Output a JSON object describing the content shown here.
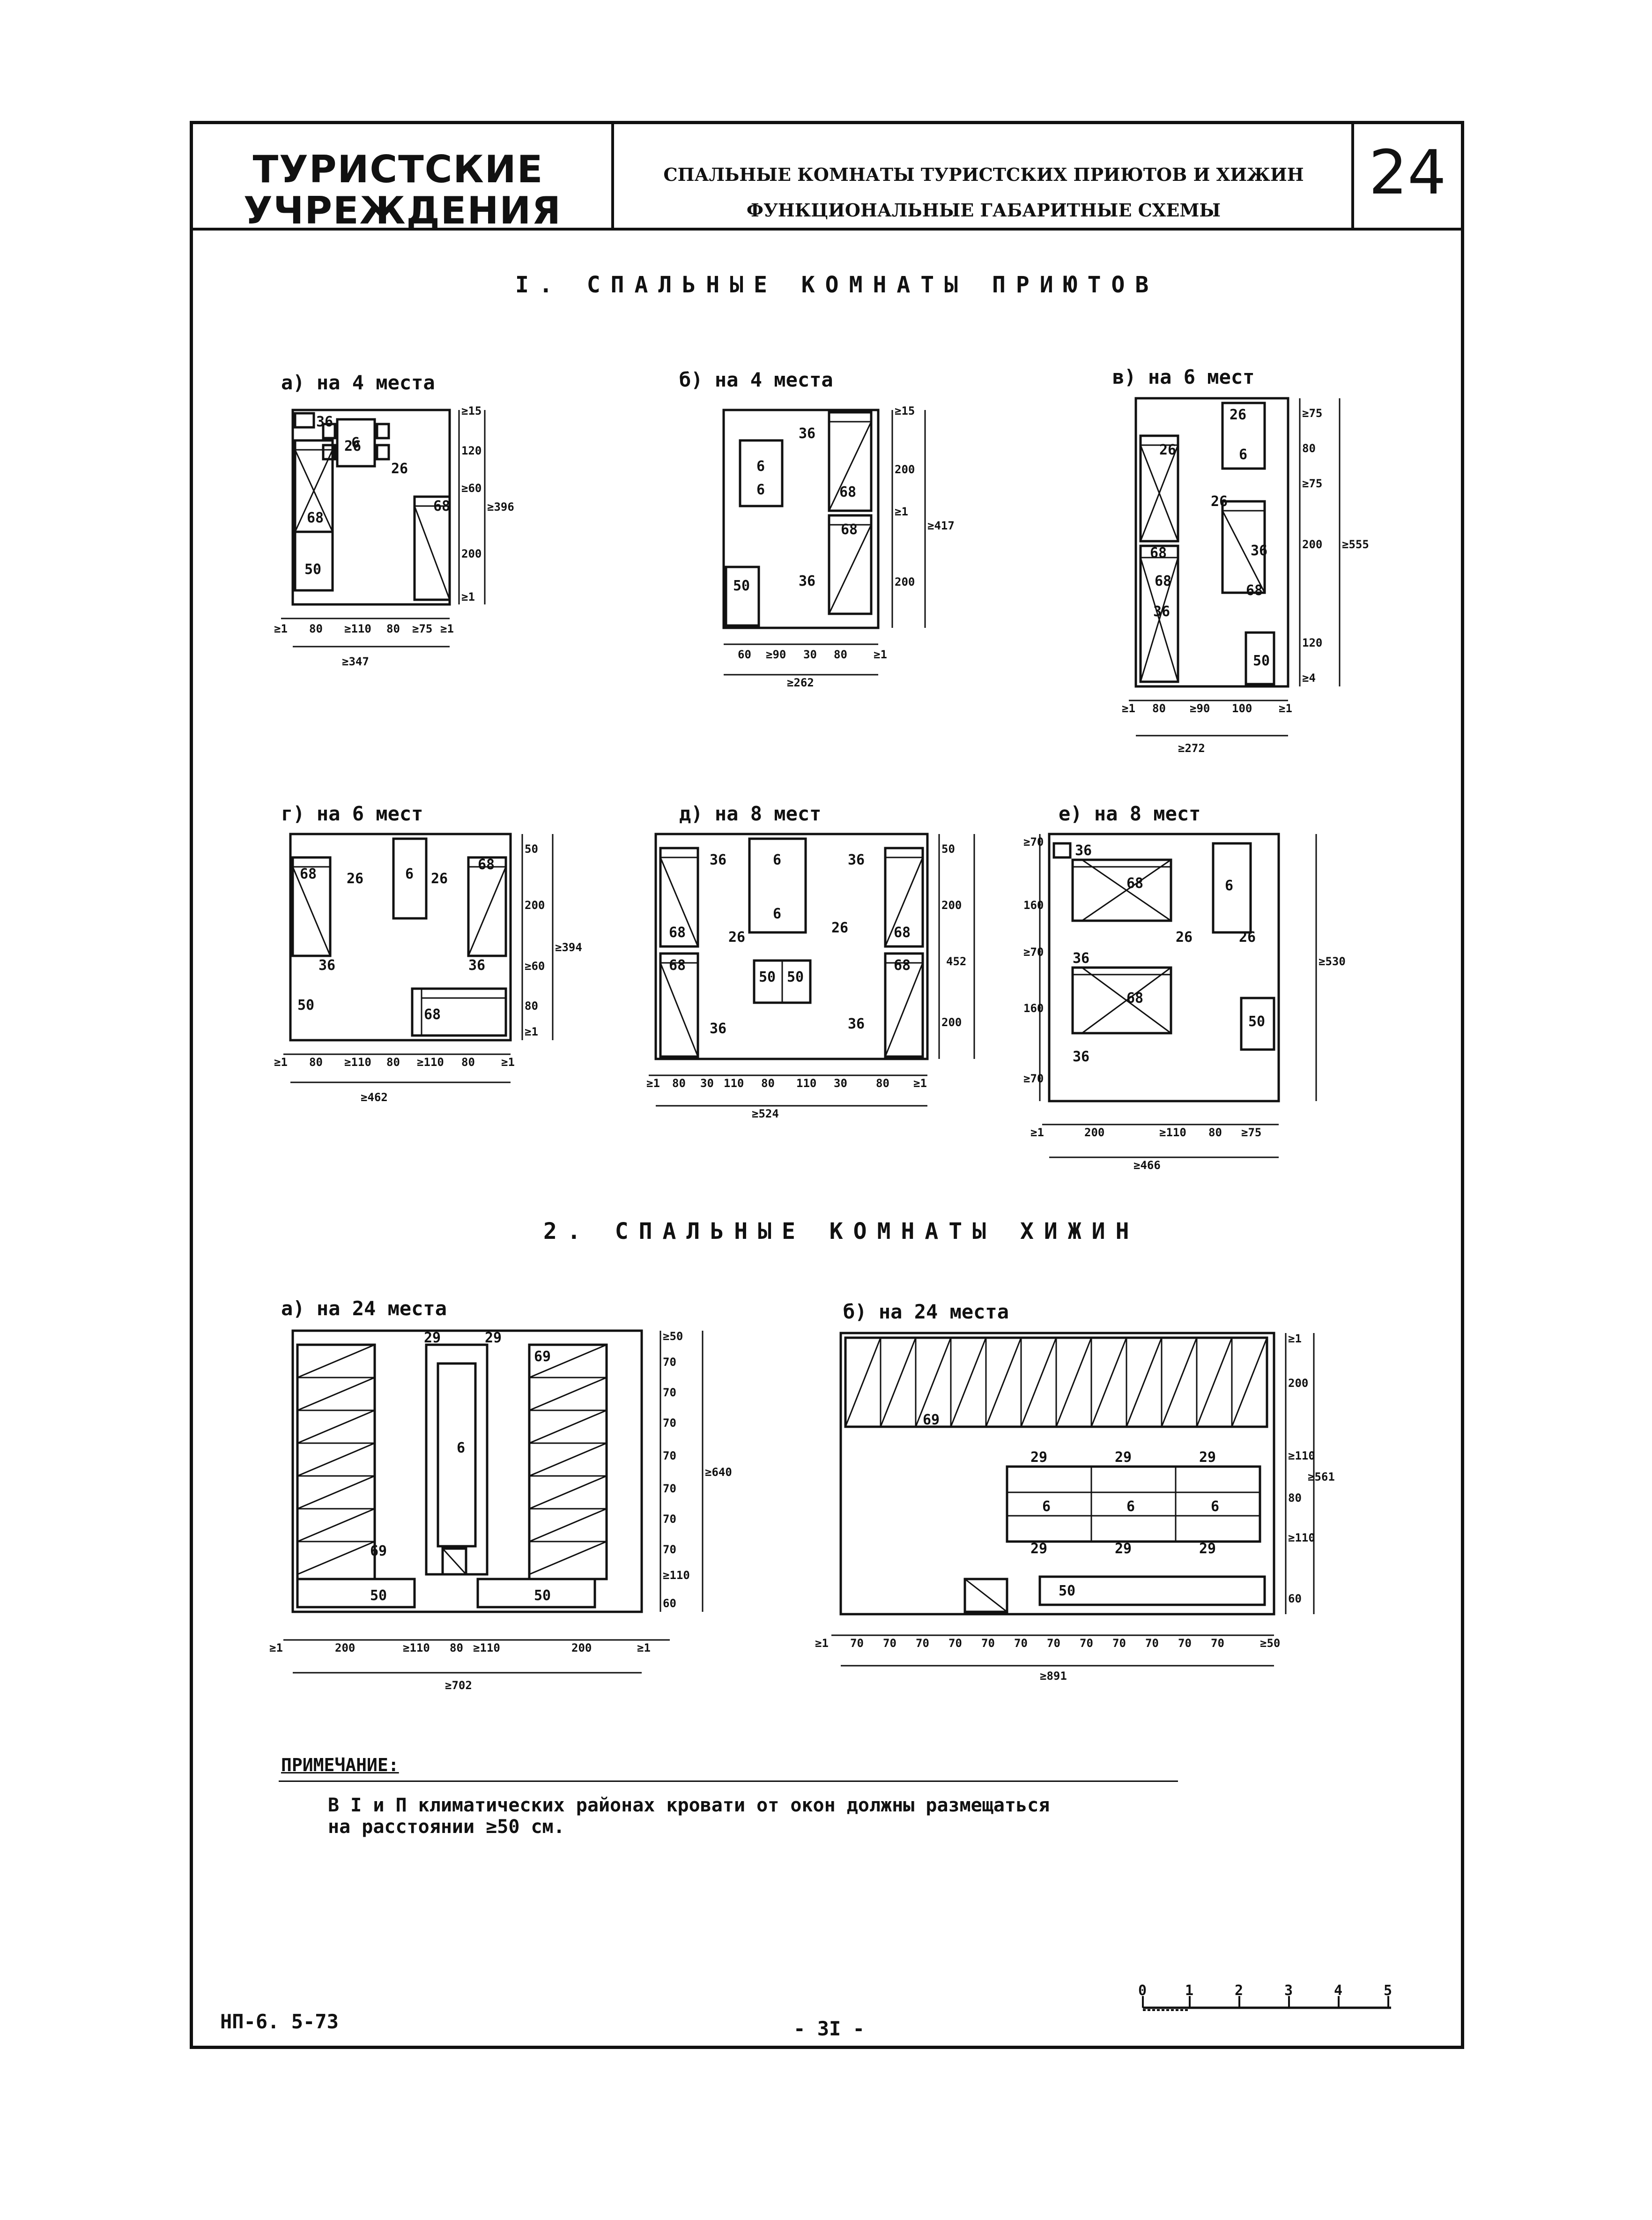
{
  "header": {
    "brand_line1": "ТУРИСТСКИЕ",
    "brand_line2": "УЧРЕЖДЕНИЯ",
    "title_line1": "СПАЛЬНЫЕ КОМНАТЫ ТУРИСТСКИХ ПРИЮТОВ И ХИЖИН",
    "title_line2": "ФУНКЦИОНАЛЬНЫЕ ГАБАРИТНЫЕ СХЕМЫ",
    "sheet_number": "24"
  },
  "section1": {
    "title": "I. СПАЛЬНЫЕ КОМНАТЫ ПРИЮТОВ",
    "plans": [
      {
        "caption": "а) на 4 места",
        "labels": [
          "36",
          "26",
          "6",
          "26",
          "68",
          "68",
          "50"
        ],
        "dims_v": [
          "≥15",
          "120",
          "≥60",
          "200",
          "≥1",
          "≥396"
        ],
        "dims_h": [
          "≥1",
          "80",
          "≥110",
          "80",
          "≥75",
          "≥1"
        ],
        "total_h": "≥347"
      },
      {
        "caption": "б) на 4 места",
        "labels": [
          "36",
          "6",
          "6",
          "68",
          "68",
          "50",
          "36"
        ],
        "dims_v": [
          "≥15",
          "200",
          "≥1",
          "200",
          "≥417"
        ],
        "dims_h": [
          "60",
          "≥90",
          "30",
          "80",
          "≥1"
        ],
        "total_h": "≥262"
      },
      {
        "caption": "в) на 6 мест",
        "labels": [
          "26",
          "26",
          "6",
          "26",
          "68",
          "68",
          "36",
          "36",
          "68",
          "50"
        ],
        "dims_v": [
          "≥75",
          "80",
          "≥75",
          "200",
          "120",
          "≥4",
          "≥555"
        ],
        "dims_h": [
          "≥1",
          "80",
          "≥90",
          "100",
          "≥1"
        ],
        "total_h": "≥272"
      },
      {
        "caption": "г) на 6 мест",
        "labels": [
          "68",
          "26",
          "6",
          "26",
          "68",
          "36",
          "36",
          "50",
          "68"
        ],
        "dims_v": [
          "50",
          "200",
          "≥60",
          "80",
          "≥1",
          "≥394"
        ],
        "dims_h": [
          "≥1",
          "80",
          "≥110",
          "80",
          "≥110",
          "80",
          "≥1"
        ],
        "total_h": "≥462"
      },
      {
        "caption": "д) на 8 мест",
        "labels": [
          "36",
          "6",
          "36",
          "6",
          "68",
          "26",
          "26",
          "68",
          "68",
          "50",
          "50",
          "68",
          "36",
          "36"
        ],
        "dims_v": [
          "50",
          "200",
          "200",
          "452"
        ],
        "dims_h": [
          "≥1",
          "80",
          "30",
          "110",
          "80",
          "110",
          "30",
          "80",
          "≥1"
        ],
        "total_h": "≥524"
      },
      {
        "caption": "е) на 8 мест",
        "labels": [
          "36",
          "68",
          "6",
          "26",
          "26",
          "36",
          "68",
          "36",
          "50"
        ],
        "dims_v": [
          "≥70",
          "160",
          "≥70",
          "160",
          "≥70",
          "≥530"
        ],
        "dims_h": [
          "≥1",
          "200",
          "≥110",
          "80",
          "≥75"
        ],
        "total_h": "≥466"
      }
    ]
  },
  "section2": {
    "title": "2. СПАЛЬНЫЕ КОМНАТЫ ХИЖИН",
    "plans": [
      {
        "caption": "а) на 24 места",
        "labels": [
          "29",
          "29",
          "69",
          "6",
          "69",
          "50",
          "50"
        ],
        "dims_v": [
          "≥50",
          "70",
          "70",
          "70",
          "70",
          "70",
          "70",
          "70",
          "≥110",
          "60",
          "≥640"
        ],
        "dims_h": [
          "≥1",
          "200",
          "≥110",
          "80",
          "≥110",
          "200",
          "≥1"
        ],
        "total_h": "≥702"
      },
      {
        "caption": "б) на 24 места",
        "labels": [
          "69",
          "29",
          "29",
          "29",
          "6",
          "6",
          "6",
          "29",
          "29",
          "29",
          "50"
        ],
        "dims_v": [
          "≥1",
          "200",
          "≥110",
          "80",
          "≥110",
          "60",
          "≥561"
        ],
        "dims_h": [
          "≥1",
          "70",
          "70",
          "70",
          "70",
          "70",
          "70",
          "70",
          "70",
          "70",
          "70",
          "70",
          "70",
          "≥50"
        ],
        "total_h": "≥891"
      }
    ]
  },
  "note": {
    "heading": "ПРИМЕЧАНИЕ:",
    "text": "В I и П климатических районах кровати от окон должны размещаться\nна расстоянии ≥50 см."
  },
  "footer": {
    "doc_code": "НП-6. 5-73",
    "page": "- 3I -",
    "scale_labels": [
      "0",
      "1",
      "2",
      "3",
      "4",
      "5"
    ]
  }
}
